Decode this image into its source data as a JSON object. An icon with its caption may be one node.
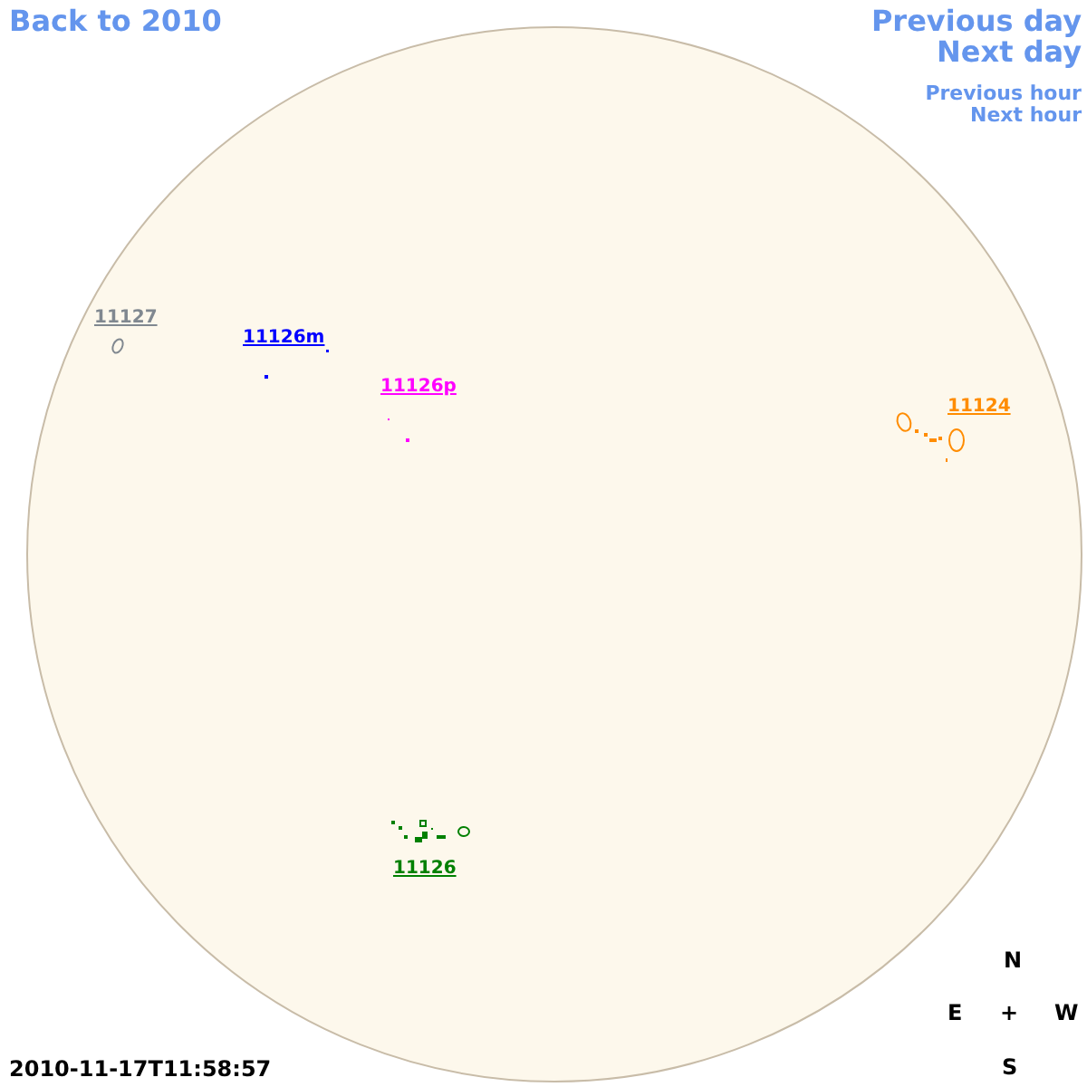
{
  "diagram": {
    "labels": [
      "Back to 2010",
      "Previous day",
      "Next day",
      "Previous hour",
      "Next hour",
      "11127",
      "11126m",
      "11126p",
      "11124",
      "11126",
      "N",
      "E",
      "+",
      "W",
      "2010-11-17T11:58:57",
      "S"
    ]
  }
}
